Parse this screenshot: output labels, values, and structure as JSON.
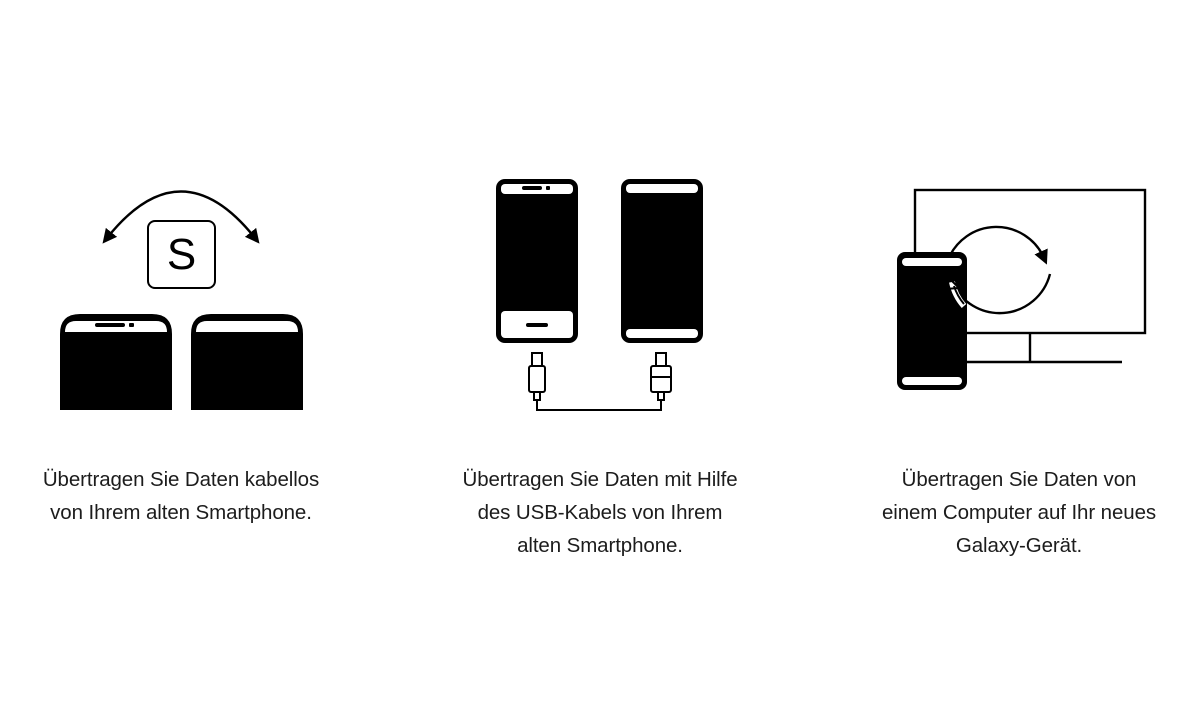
{
  "colors": {
    "ink": "#000000",
    "text": "#1c1c1c",
    "background": "#ffffff"
  },
  "features": [
    {
      "id": "wireless",
      "icon": "wireless-transfer-icon",
      "logo_letter": "S",
      "caption_lines": [
        "Übertragen Sie Daten kabellos",
        "von Ihrem alten Smartphone."
      ]
    },
    {
      "id": "usb",
      "icon": "usb-cable-transfer-icon",
      "caption_lines": [
        "Übertragen Sie Daten mit Hilfe",
        "des USB-Kabels von Ihrem",
        "alten Smartphone."
      ]
    },
    {
      "id": "computer",
      "icon": "computer-transfer-icon",
      "caption_lines": [
        "Übertragen Sie Daten von",
        "einem Computer auf Ihr neues",
        "Galaxy-Gerät."
      ]
    }
  ]
}
